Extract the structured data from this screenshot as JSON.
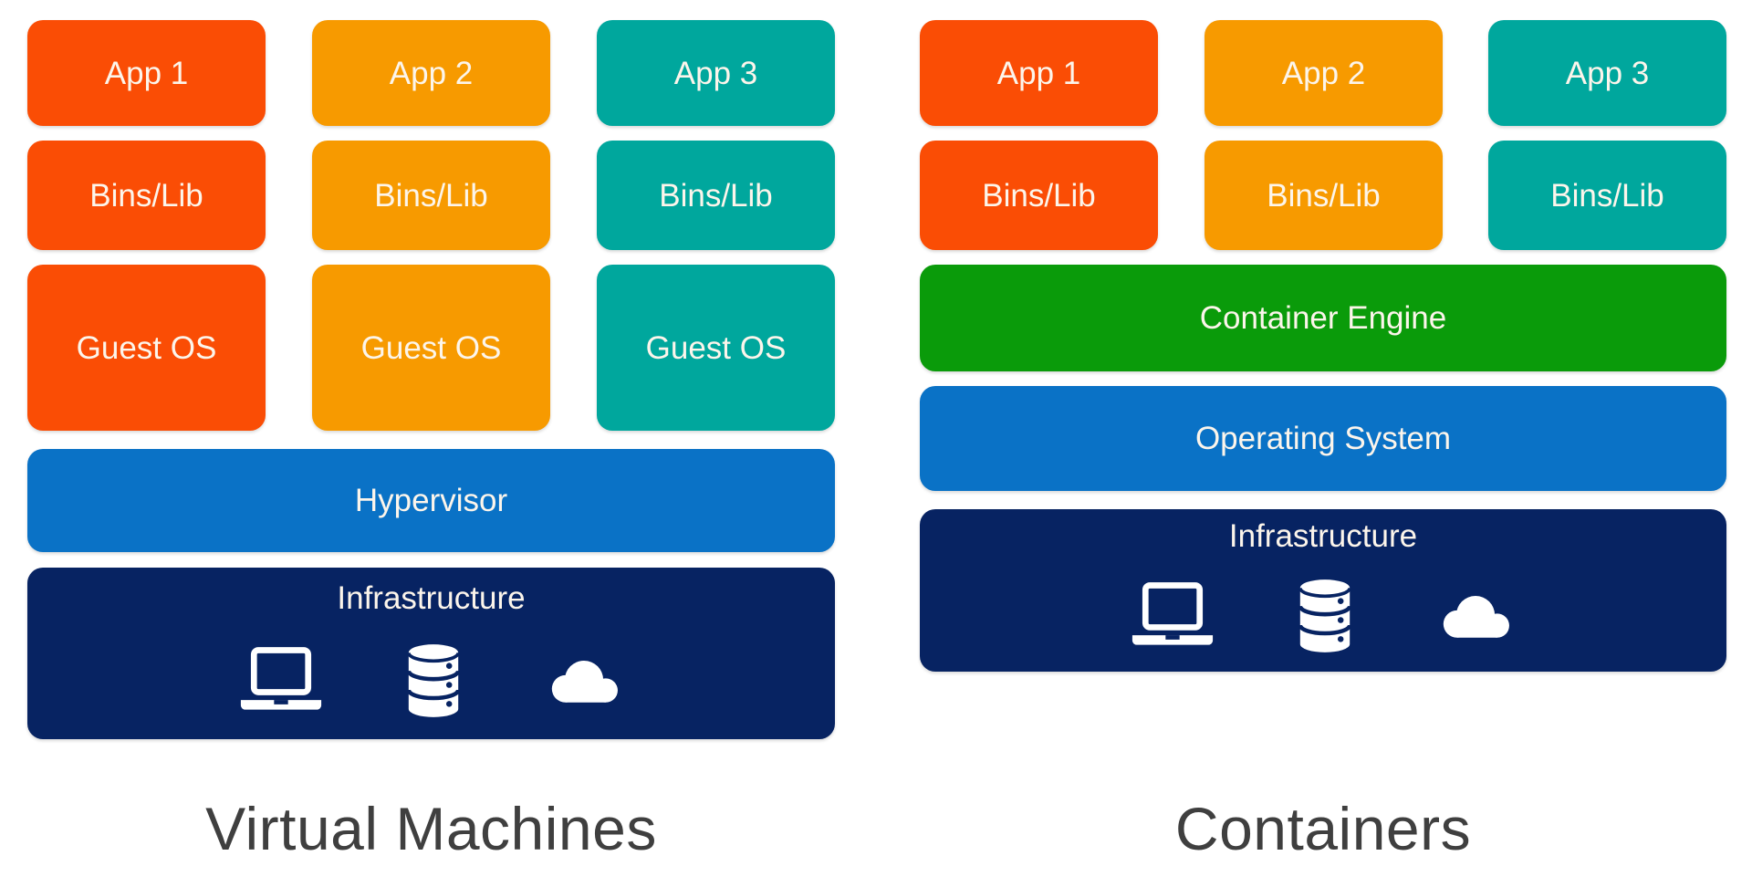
{
  "palette": {
    "background": "#FFFFFF",
    "column1_red_orange": "#FA4D05",
    "column2_orange": "#F79A00",
    "column3_teal": "#00A79D",
    "hypervisor_blue": "#0A72C6",
    "operating_system_blue": "#0A72C6",
    "container_engine_green": "#0A9B0A",
    "infrastructure_navy": "#072362",
    "box_text": "#FCF5EB",
    "title_text": "#3F3F3F"
  },
  "vm": {
    "title": "Virtual Machines",
    "columns": [
      {
        "app": "App 1",
        "bins": "Bins/Lib",
        "guest": "Guest OS"
      },
      {
        "app": "App 2",
        "bins": "Bins/Lib",
        "guest": "Guest OS"
      },
      {
        "app": "App 3",
        "bins": "Bins/Lib",
        "guest": "Guest OS"
      }
    ],
    "hypervisor": "Hypervisor",
    "infrastructure": {
      "label": "Infrastructure",
      "icons": [
        "laptop-icon",
        "database-icon",
        "cloud-icon"
      ]
    }
  },
  "containers": {
    "title": "Containers",
    "columns": [
      {
        "app": "App 1",
        "bins": "Bins/Lib"
      },
      {
        "app": "App 2",
        "bins": "Bins/Lib"
      },
      {
        "app": "App 3",
        "bins": "Bins/Lib"
      }
    ],
    "engine": "Container Engine",
    "os": "Operating System",
    "infrastructure": {
      "label": "Infrastructure",
      "icons": [
        "laptop-icon",
        "database-icon",
        "cloud-icon"
      ]
    }
  }
}
